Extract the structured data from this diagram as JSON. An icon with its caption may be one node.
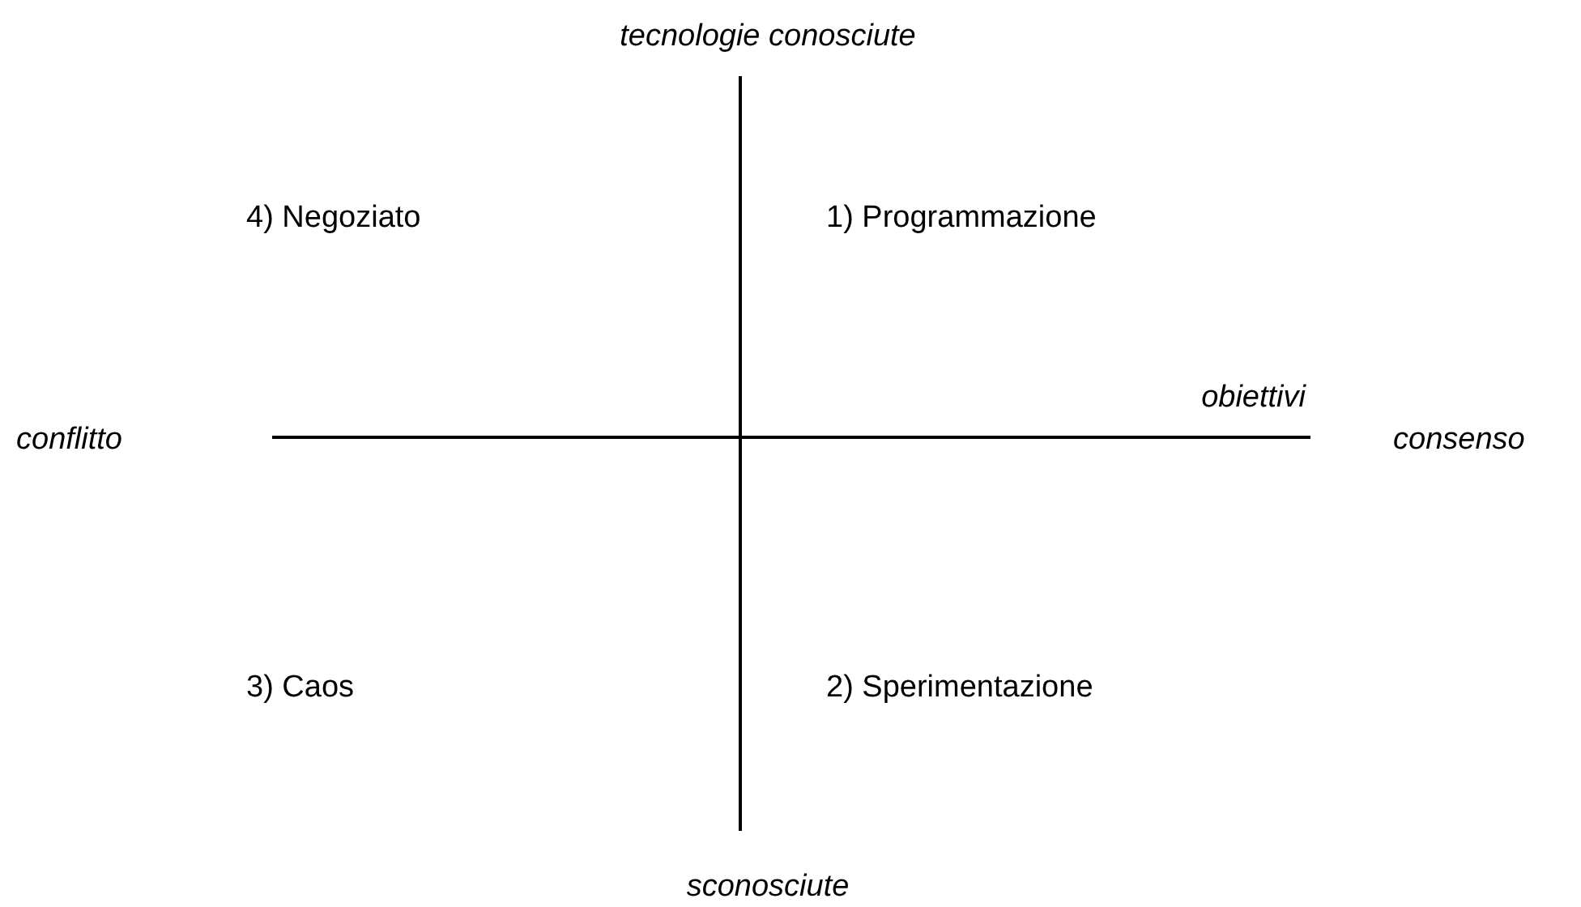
{
  "diagram": {
    "labels": [
      "tecnologie conosciute",
      "4) Negoziato",
      "1) Programmazione",
      "obiettivi",
      "conflitto",
      "consenso",
      "3) Caos",
      "2) Sperimentazione",
      "sconosciute"
    ]
  }
}
